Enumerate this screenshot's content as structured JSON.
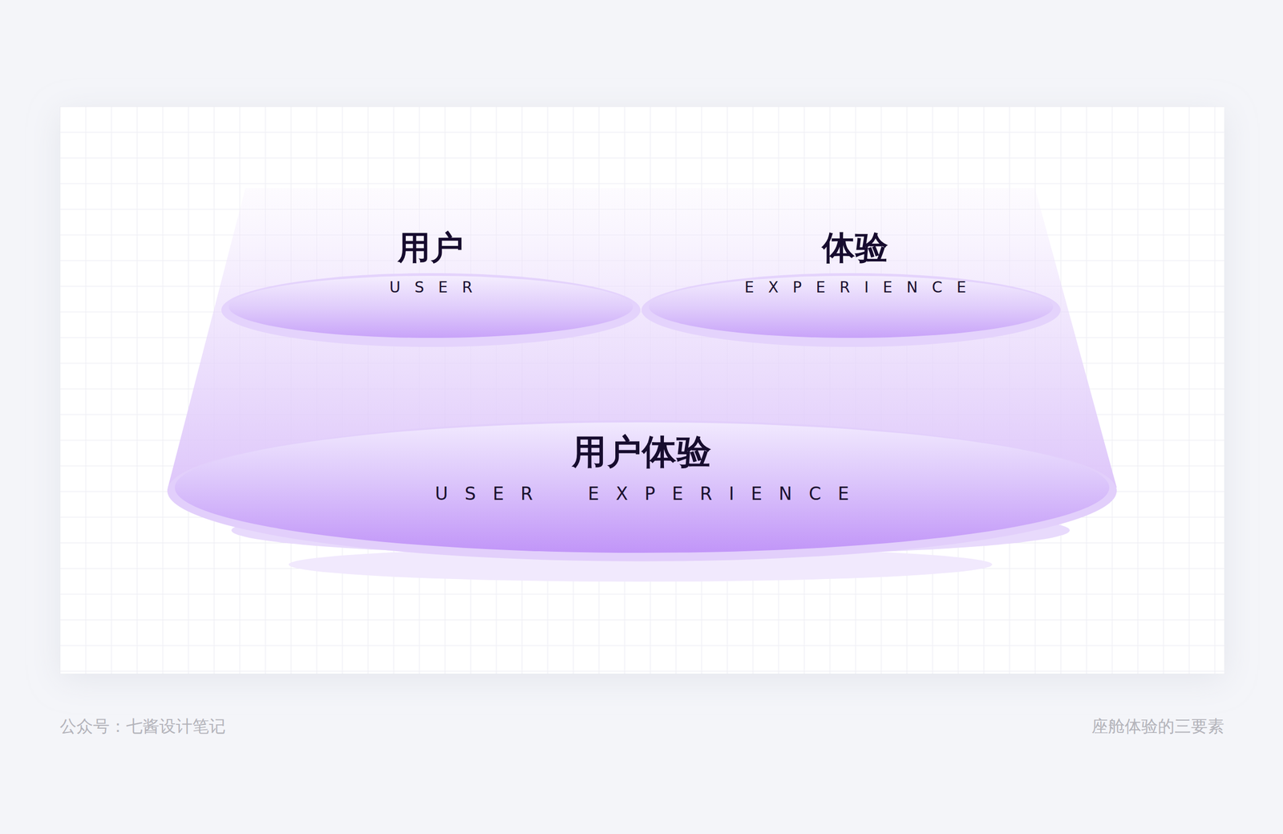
{
  "diagram": {
    "nodes": [
      {
        "text": [
          "用户",
          "USER"
        ]
      },
      {
        "text": [
          "体验",
          "EXPERIENCE"
        ]
      },
      {
        "text": [
          "用户体验",
          "USER EXPERIENCE"
        ]
      }
    ],
    "labels": [
      "公众号：七酱设计笔记",
      "座舱体验的三要素"
    ]
  }
}
